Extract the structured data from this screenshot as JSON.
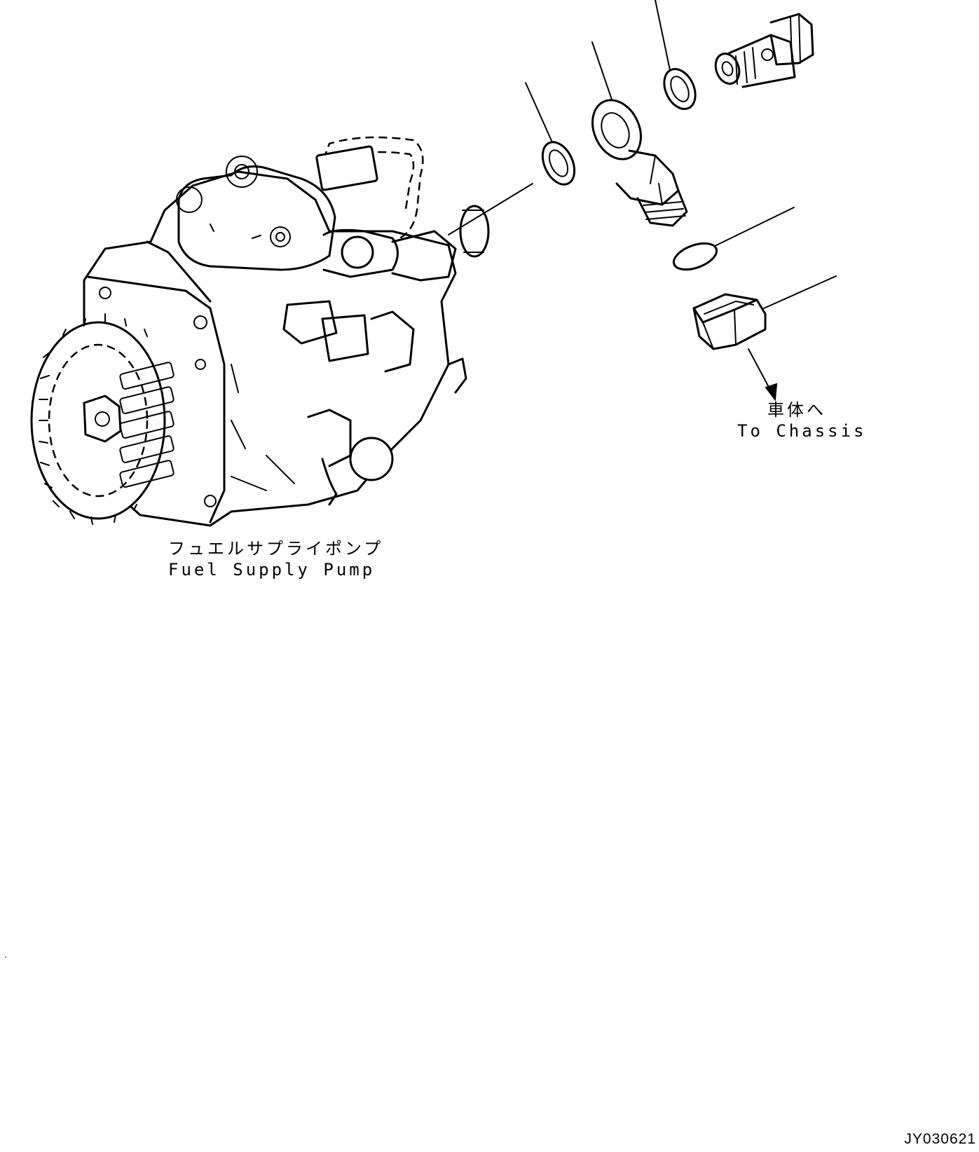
{
  "labels": {
    "pump_jp": "フュエルサプライポンプ",
    "pump_en": "Fuel Supply Pump",
    "chassis_jp": "車体へ",
    "chassis_en": "To Chassis"
  },
  "document_id": "JY030621",
  "colors": {
    "line": "#000000",
    "background": "#ffffff"
  }
}
